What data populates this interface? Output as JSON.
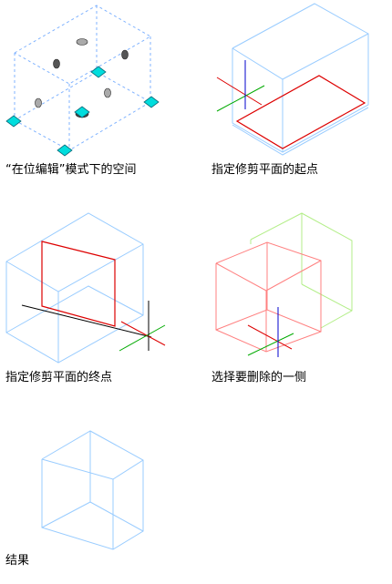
{
  "captions": {
    "step1": "“在位编辑”模式下的空间",
    "step2": "指定修剪平面的起点",
    "step3": "指定修剪平面的终点",
    "step4": "选择要删除的一侧",
    "step5": "结果"
  },
  "colors": {
    "box_edge": "#99ccff",
    "dashed_edge": "#80b3ff",
    "clip_plane": "#dd0000",
    "removed_side": "#b3ee88",
    "grip": "#00dddd",
    "axis_x": "#dd0000",
    "axis_y": "#00aa00",
    "axis_z": "#0000cc",
    "pick_line": "#000000"
  }
}
